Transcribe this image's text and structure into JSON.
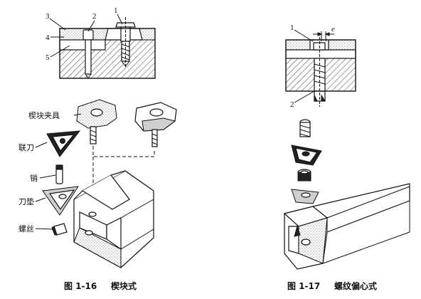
{
  "figures": [
    {
      "caption_number": "图 1-16",
      "caption_title": "楔块式",
      "callouts": [
        "1",
        "2",
        "3",
        "4",
        "5"
      ],
      "labels": [
        "楔块夹具",
        "联刀",
        "销",
        "刀垫",
        "螺丝"
      ]
    },
    {
      "caption_number": "图 1-17",
      "caption_title": "螺纹偏心式",
      "callouts": [
        "1",
        "2",
        "e"
      ]
    }
  ]
}
